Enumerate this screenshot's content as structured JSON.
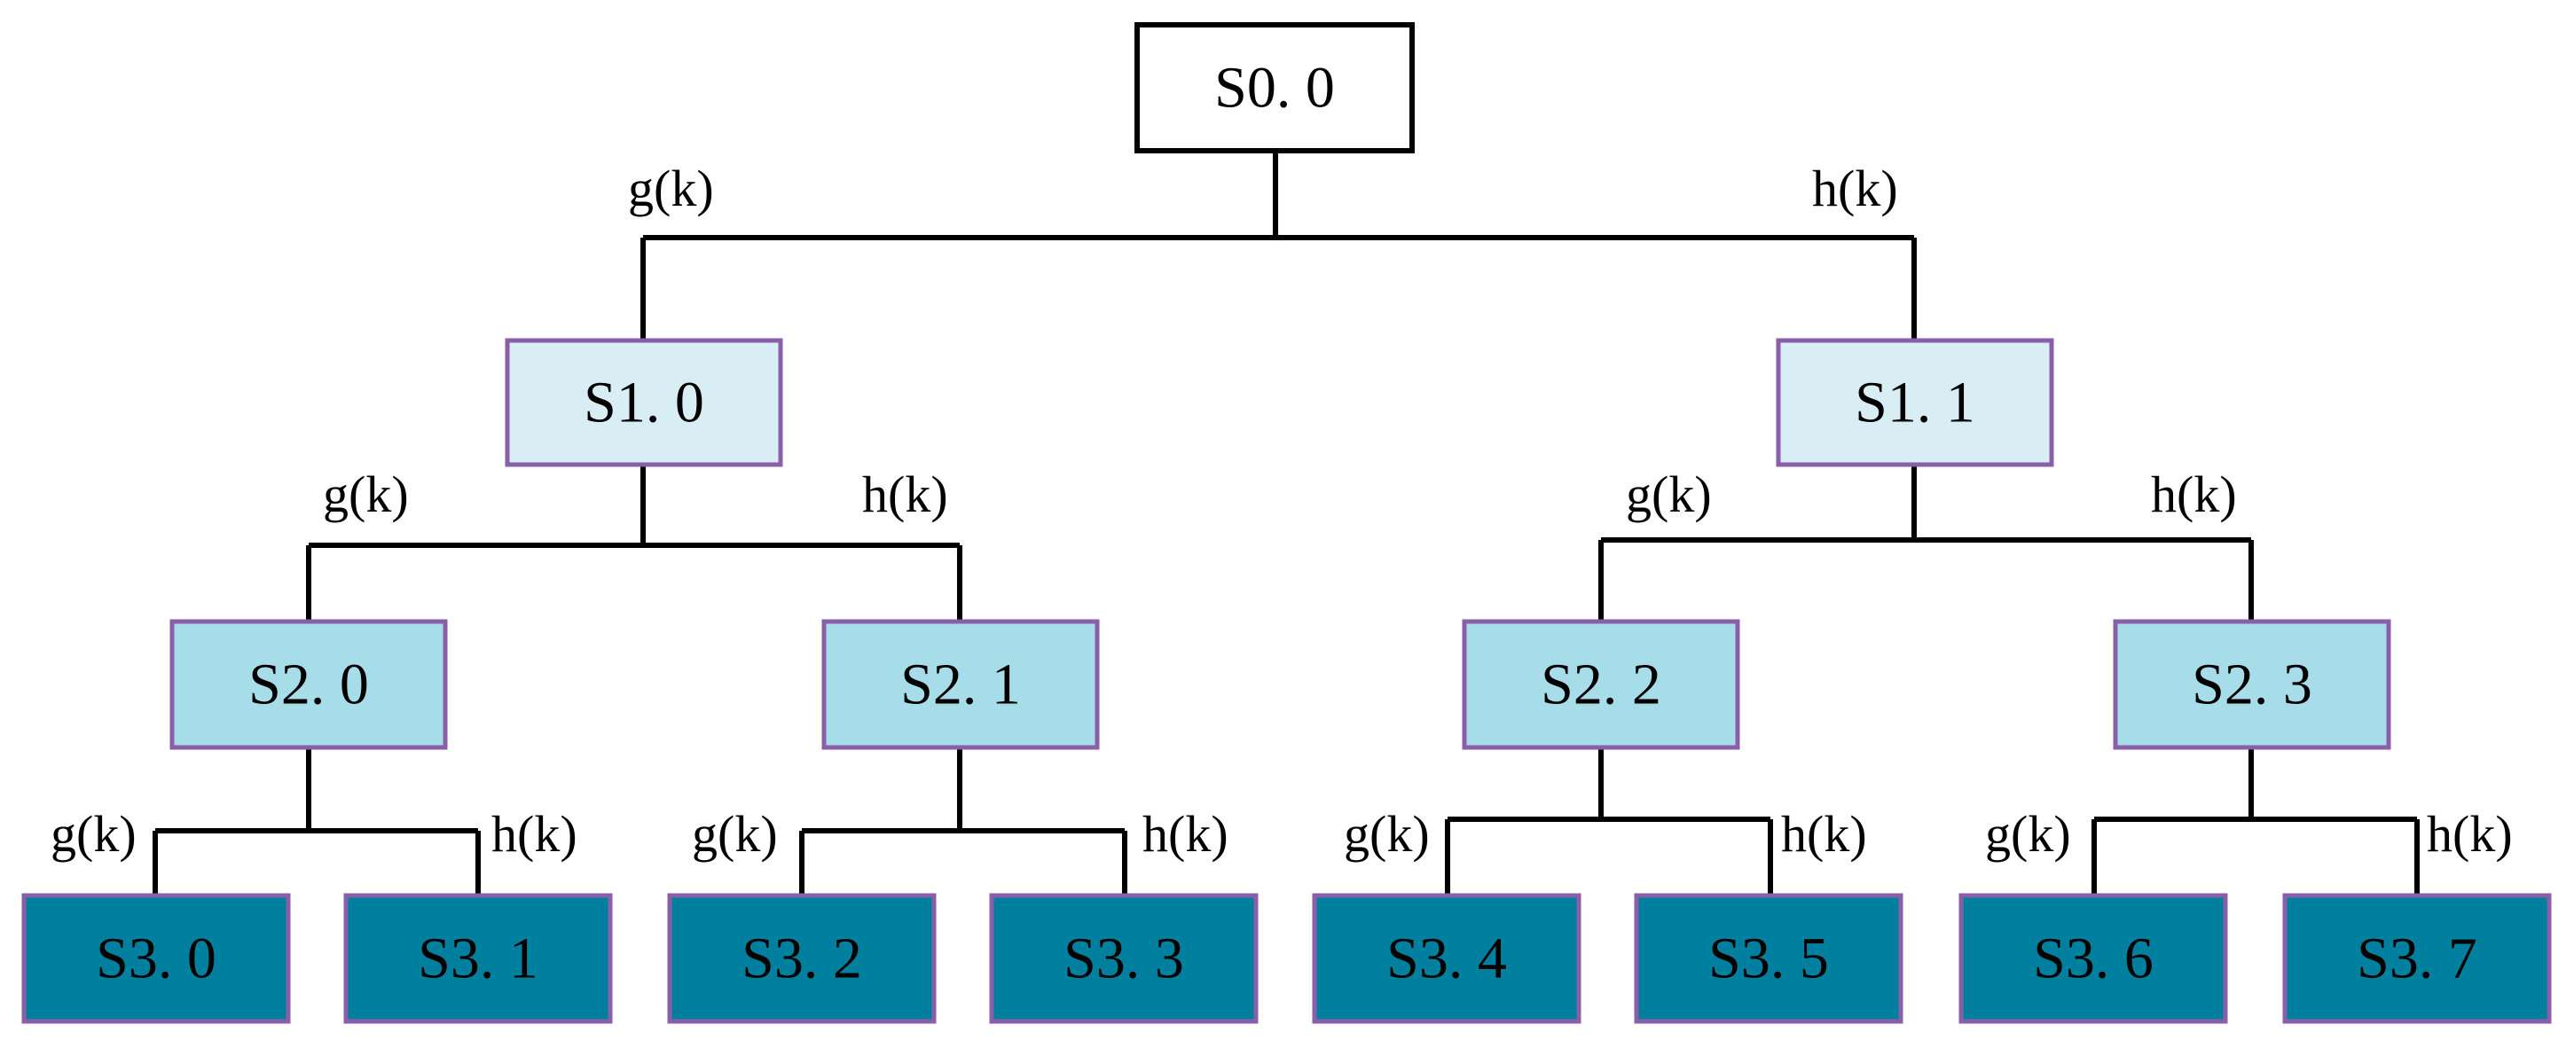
{
  "colors": {
    "root_fill": "#ffffff",
    "root_border": "#000000",
    "level1_fill": "#d8eef4",
    "level2_fill": "#a7dde9",
    "level3_fill": "#00809e",
    "node_border": "#8a5ea8",
    "text": "#000000",
    "line": "#000000"
  },
  "edge_labels": {
    "left": "g(k)",
    "right": "h(k)"
  },
  "tree": {
    "root": {
      "label": "S0. 0"
    },
    "level1": [
      {
        "label": "S1. 0"
      },
      {
        "label": "S1. 1"
      }
    ],
    "level2": [
      {
        "label": "S2. 0"
      },
      {
        "label": "S2. 1"
      },
      {
        "label": "S2. 2"
      },
      {
        "label": "S2. 3"
      }
    ],
    "level3": [
      {
        "label": "S3. 0"
      },
      {
        "label": "S3. 1"
      },
      {
        "label": "S3. 2"
      },
      {
        "label": "S3. 3"
      },
      {
        "label": "S3. 4"
      },
      {
        "label": "S3. 5"
      },
      {
        "label": "S3. 6"
      },
      {
        "label": "S3. 7"
      }
    ]
  }
}
